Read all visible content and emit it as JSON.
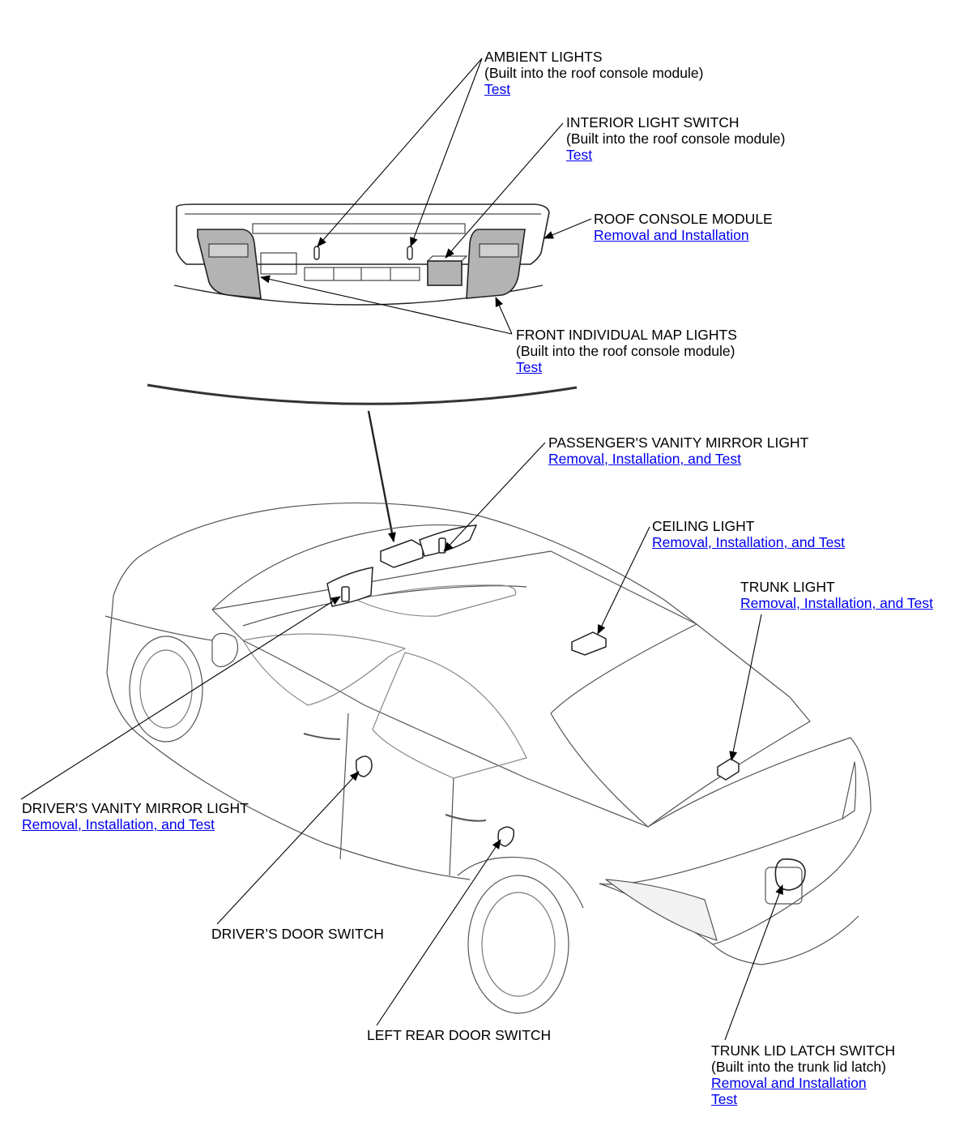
{
  "colors": {
    "link": "#0000ee",
    "text": "#000000",
    "linework": "#222222",
    "shade": "#b3b3b3"
  },
  "callouts": {
    "ambient_lights": {
      "title": "AMBIENT LIGHTS",
      "note": "(Built into the roof console module)",
      "links": [
        "Test"
      ]
    },
    "interior_light_switch": {
      "title": "INTERIOR LIGHT SWITCH",
      "note": "(Built into the roof console module)",
      "links": [
        "Test"
      ]
    },
    "roof_console_module": {
      "title": "ROOF CONSOLE MODULE",
      "links": [
        "Removal and Installation"
      ]
    },
    "front_individual_map_lights": {
      "title": "FRONT INDIVIDUAL MAP LIGHTS",
      "note": "(Built into the roof console module)",
      "links": [
        "Test"
      ]
    },
    "passengers_vanity_mirror_light": {
      "title": "PASSENGER'S VANITY MIRROR LIGHT",
      "links": [
        "Removal, Installation, and Test"
      ]
    },
    "ceiling_light": {
      "title": "CEILING LIGHT",
      "links": [
        "Removal, Installation, and Test"
      ]
    },
    "trunk_light": {
      "title": "TRUNK LIGHT",
      "links": [
        "Removal, Installation, and Test"
      ]
    },
    "drivers_vanity_mirror_light": {
      "title": "DRIVER'S VANITY MIRROR LIGHT",
      "links": [
        "Removal, Installation, and Test"
      ]
    },
    "drivers_door_switch": {
      "title": "DRIVER’S DOOR SWITCH"
    },
    "left_rear_door_switch": {
      "title": "LEFT REAR DOOR SWITCH"
    },
    "trunk_lid_latch_switch": {
      "title": "TRUNK LID LATCH SWITCH",
      "note": "(Built into the trunk lid latch)",
      "links": [
        "Removal and Installation",
        "Test"
      ]
    }
  }
}
